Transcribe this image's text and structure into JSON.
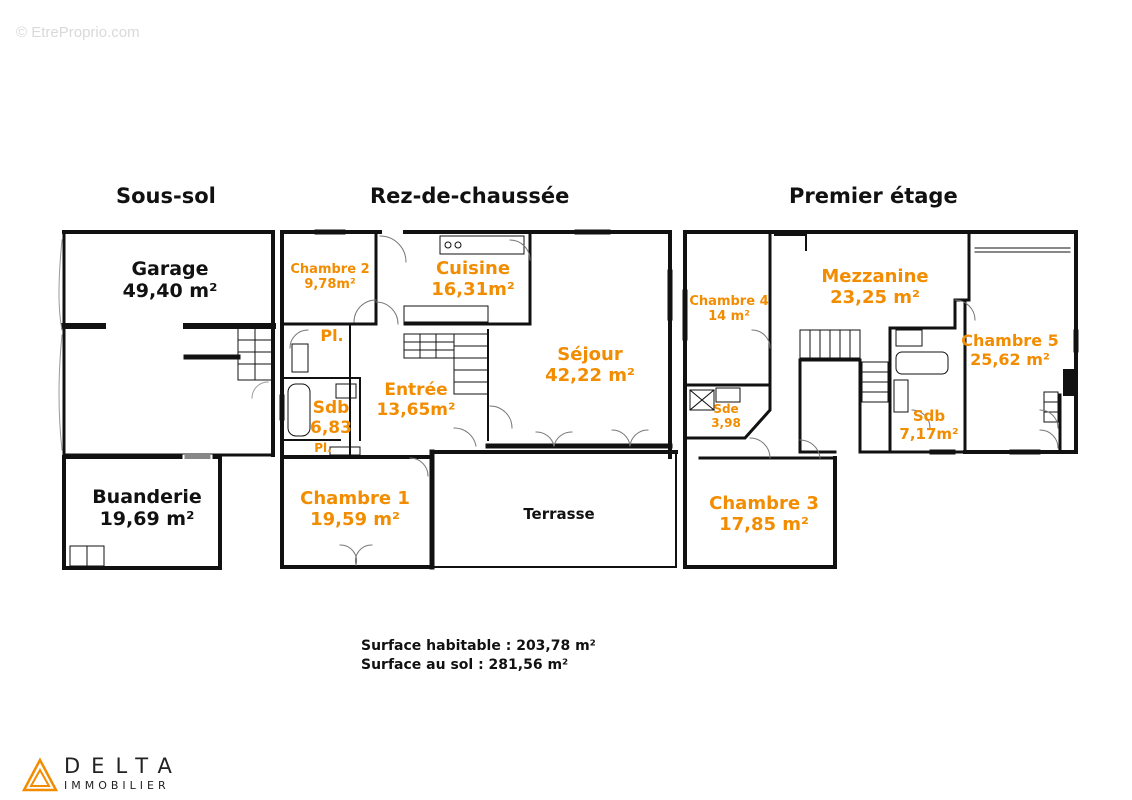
{
  "watermark": "© EtreProprio.com",
  "sections": {
    "basement": "Sous-sol",
    "ground": "Rez-de-chaussée",
    "first": "Premier étage"
  },
  "rooms": {
    "garage": {
      "name": "Garage",
      "area": "49,40 m²"
    },
    "buanderie": {
      "name": "Buanderie",
      "area": "19,69 m²"
    },
    "chambre2": {
      "name": "Chambre 2",
      "area": "9,78m²"
    },
    "cuisine": {
      "name": "Cuisine",
      "area": "16,31m²"
    },
    "placard1": {
      "name": "Pl."
    },
    "placard2": {
      "name": "Pl."
    },
    "sdb_rdc": {
      "name": "Sdb",
      "area": "6,83"
    },
    "entree": {
      "name": "Entrée",
      "area": "13,65m²"
    },
    "sejour": {
      "name": "Séjour",
      "area": "42,22 m²"
    },
    "chambre1": {
      "name": "Chambre 1",
      "area": "19,59 m²"
    },
    "terrasse": {
      "name": "Terrasse"
    },
    "chambre4": {
      "name": "Chambre 4",
      "area": "14 m²"
    },
    "mezzanine": {
      "name": "Mezzanine",
      "area": "23,25 m²"
    },
    "chambre5": {
      "name": "Chambre 5",
      "area": "25,62 m²"
    },
    "sde": {
      "name": "Sde",
      "area": "3,98"
    },
    "sdb_etage": {
      "name": "Sdb",
      "area": "7,17m²"
    },
    "chambre3": {
      "name": "Chambre 3",
      "area": "17,85 m²"
    }
  },
  "surfaces": {
    "habitable": "Surface habitable : 203,78 m²",
    "sol": "Surface au sol : 281,56 m²"
  },
  "logo": {
    "word": "DELTA",
    "sub": "IMMOBILIER"
  },
  "colors": {
    "label": "#f28c00",
    "wall": "#111111",
    "logo_orange": "#f28c00"
  }
}
